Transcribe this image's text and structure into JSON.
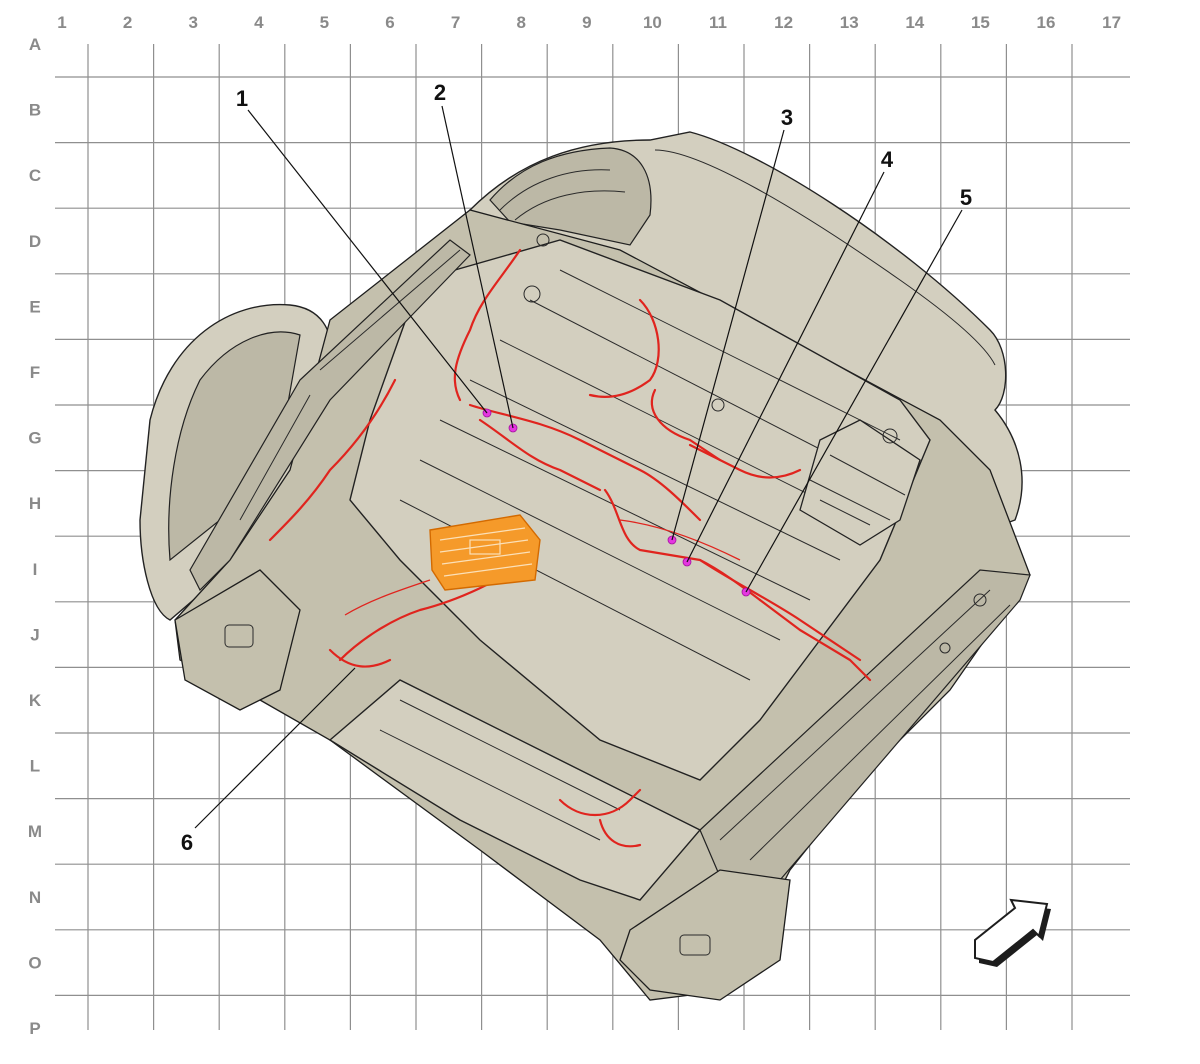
{
  "grid": {
    "columns": [
      "1",
      "2",
      "3",
      "4",
      "5",
      "6",
      "7",
      "8",
      "9",
      "10",
      "11",
      "12",
      "13",
      "14",
      "15",
      "16",
      "17"
    ],
    "rows": [
      "A",
      "B",
      "C",
      "D",
      "E",
      "F",
      "G",
      "H",
      "I",
      "J",
      "K",
      "L",
      "M",
      "N",
      "O",
      "P"
    ]
  },
  "callouts": [
    {
      "id": "1",
      "label": "1"
    },
    {
      "id": "2",
      "label": "2"
    },
    {
      "id": "3",
      "label": "3"
    },
    {
      "id": "4",
      "label": "4"
    },
    {
      "id": "5",
      "label": "5"
    },
    {
      "id": "6",
      "label": "6"
    }
  ],
  "colors": {
    "harness": "#e0241e",
    "module": "#f59a2a",
    "connector_marker": "#e436e0",
    "seat": "#d3cfbf",
    "grid": "#8f8f8f"
  },
  "icons": {
    "direction_arrow": "forward-arrow-icon"
  }
}
